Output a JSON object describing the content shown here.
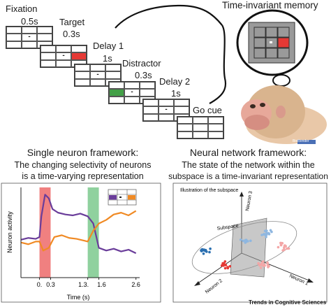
{
  "task": {
    "stages": [
      {
        "name": "Fixation",
        "duration": "0.5s",
        "stimulus": "fixation"
      },
      {
        "name": "Target",
        "duration": "0.3s",
        "stimulus": "red-right"
      },
      {
        "name": "Delay 1",
        "duration": "1s",
        "stimulus": "fixation"
      },
      {
        "name": "Distractor",
        "duration": "0.3s",
        "stimulus": "green-left"
      },
      {
        "name": "Delay 2",
        "duration": "1s",
        "stimulus": "fixation"
      },
      {
        "name": "Go cue",
        "duration": "",
        "stimulus": "blank"
      }
    ],
    "memory_title": "Time-invariant memory",
    "biorender_badge": "BioRender"
  },
  "left_panel": {
    "title": "Single neuron framework:",
    "subtitle_line1": "The changing selectivity of neurons",
    "subtitle_line2": "is a time-varying representation"
  },
  "right_panel": {
    "title": "Neural network framework:",
    "subtitle_line1": "The state of the network within the",
    "subtitle_line2": "subspace is a time-invariant representation",
    "figure_title": "Illustration of the subspace",
    "subspace_label": "Subspace",
    "axis_labels": [
      "Neuron 1",
      "Neuron 2",
      "Neuron 3"
    ]
  },
  "colors": {
    "red": "#e53935",
    "green": "#43a047",
    "purple": "#6a3d9a",
    "orange": "#f08a24",
    "red_band": "#f08080",
    "green_band": "#8fd19e",
    "pink": "#f4a6a6",
    "blue": "#2a6fb0",
    "light_blue": "#8fb7e0"
  },
  "chart_data": {
    "type": "line",
    "title": "",
    "xlabel": "Time (s)",
    "ylabel": "Neuron activity",
    "x_tick_labels": [
      "0.",
      "0.3",
      "1.3.",
      "1.6",
      "2.6"
    ],
    "x_tick_values": [
      0,
      0.3,
      1.3,
      1.6,
      2.6
    ],
    "xlim": [
      -0.5,
      2.7
    ],
    "ylim": [
      0,
      1
    ],
    "shaded_intervals": [
      {
        "from": 0,
        "to": 0.3,
        "color": "red"
      },
      {
        "from": 1.3,
        "to": 1.6,
        "color": "green"
      }
    ],
    "series": [
      {
        "color": "purple",
        "x": [
          -0.5,
          -0.3,
          -0.1,
          0,
          0.05,
          0.15,
          0.25,
          0.35,
          0.5,
          0.7,
          0.9,
          1.1,
          1.3,
          1.45,
          1.6,
          1.8,
          2.0,
          2.2,
          2.4,
          2.6
        ],
        "y": [
          0.42,
          0.44,
          0.43,
          0.45,
          0.68,
          0.92,
          0.88,
          0.76,
          0.72,
          0.7,
          0.69,
          0.71,
          0.68,
          0.6,
          0.33,
          0.3,
          0.32,
          0.29,
          0.31,
          0.27
        ]
      },
      {
        "color": "orange",
        "x": [
          -0.5,
          -0.3,
          -0.1,
          0,
          0.1,
          0.25,
          0.4,
          0.6,
          0.8,
          1.0,
          1.2,
          1.3,
          1.45,
          1.6,
          1.8,
          2.0,
          2.2,
          2.4,
          2.6
        ],
        "y": [
          0.39,
          0.37,
          0.4,
          0.4,
          0.3,
          0.33,
          0.45,
          0.47,
          0.44,
          0.43,
          0.41,
          0.4,
          0.52,
          0.6,
          0.64,
          0.7,
          0.72,
          0.69,
          0.74
        ]
      }
    ]
  },
  "footer": "Trends in Cognitive Sciences"
}
